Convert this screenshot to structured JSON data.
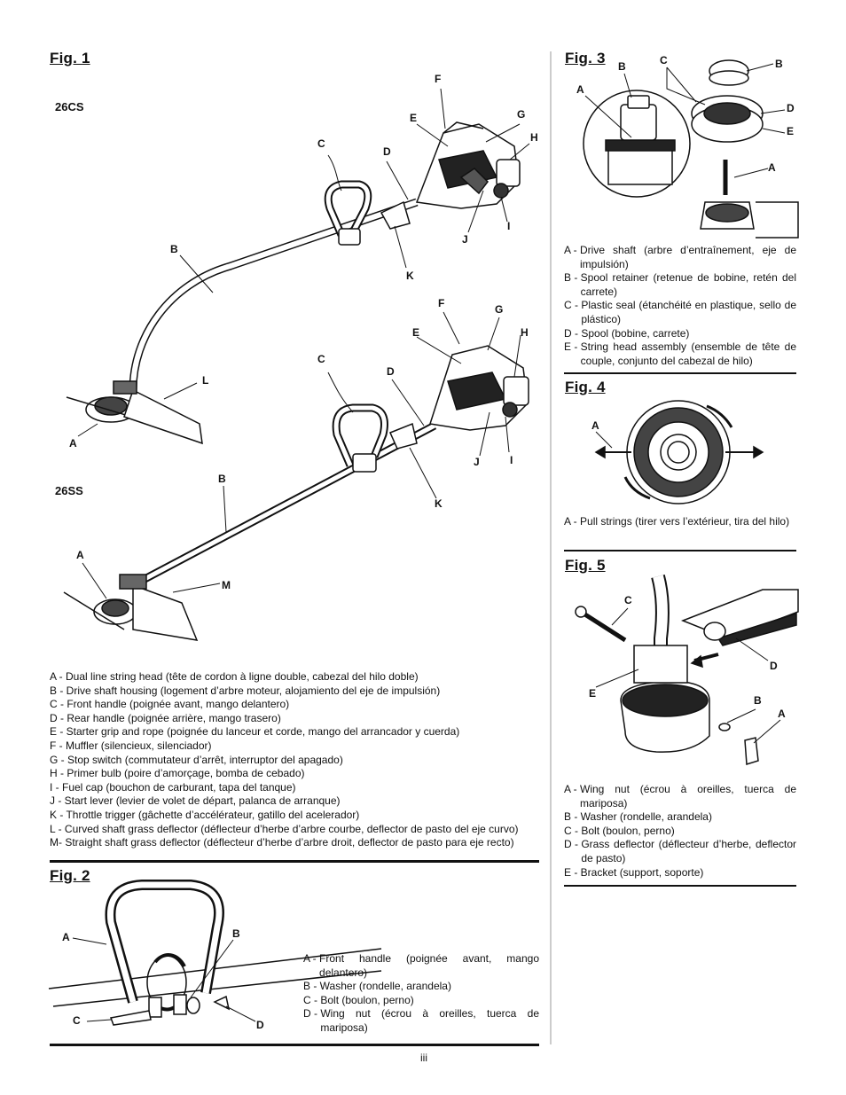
{
  "fig1": {
    "title": "Fig. 1",
    "model_top": "26CS",
    "model_bottom": "26SS",
    "callouts_top": [
      "F",
      "E",
      "G",
      "H",
      "C",
      "D",
      "J",
      "I",
      "B",
      "K",
      "L",
      "A"
    ],
    "callouts_bottom": [
      "F",
      "G",
      "E",
      "H",
      "C",
      "D",
      "J",
      "I",
      "B",
      "K",
      "A",
      "M"
    ],
    "legend": [
      {
        "key": "A - ",
        "text": "Dual line string head (tête de cordon à ligne double, cabezal del hilo doble)"
      },
      {
        "key": "B - ",
        "text": "Drive shaft housing (logement d’arbre moteur, alojamiento del eje de impulsión)"
      },
      {
        "key": "C - ",
        "text": "Front handle (poignée avant, mango delantero)"
      },
      {
        "key": "D - ",
        "text": "Rear handle (poignée arrière, mango trasero)"
      },
      {
        "key": "E - ",
        "text": "Starter grip and rope (poignée du lanceur et corde, mango del arrancador y cuerda)"
      },
      {
        "key": "F - ",
        "text": "Muffler (silencieux, silenciador)"
      },
      {
        "key": "G - ",
        "text": "Stop switch (commutateur d’arrêt, interruptor del apagado)"
      },
      {
        "key": "H - ",
        "text": "Primer bulb (poire d’amorçage, bomba de cebado)"
      },
      {
        "key": "I  - ",
        "text": "Fuel cap (bouchon de carburant, tapa del tanque)"
      },
      {
        "key": "J  - ",
        "text": "Start lever (levier de volet de départ, palanca de arranque)"
      },
      {
        "key": "K - ",
        "text": "Throttle trigger (gâchette d’accélérateur, gatillo del acelerador)"
      },
      {
        "key": "L - ",
        "text": "Curved shaft grass deflector (déflecteur d’herbe d’arbre courbe, deflector de pasto del eje curvo)"
      },
      {
        "key": "M- ",
        "text": "Straight shaft grass deflector (déflecteur d’herbe d’arbre droit, deflector de pasto para eje recto)"
      }
    ]
  },
  "fig2": {
    "title": "Fig. 2",
    "callouts": [
      "A",
      "B",
      "C",
      "D"
    ],
    "legend": [
      {
        "key": "A - ",
        "text": "Front handle (poignée avant, mango delantero)"
      },
      {
        "key": "B - ",
        "text": "Washer (rondelle, arandela)"
      },
      {
        "key": "C - ",
        "text": "Bolt (boulon, perno)"
      },
      {
        "key": "D - ",
        "text": "Wing nut (écrou à oreilles, tuerca de mariposa)"
      }
    ]
  },
  "fig3": {
    "title": "Fig. 3",
    "callouts": [
      "B",
      "C",
      "B",
      "A",
      "D",
      "E",
      "A"
    ],
    "legend": [
      {
        "key": "A - ",
        "text": "Drive shaft (arbre d’entraînement, eje de impulsión)"
      },
      {
        "key": "B - ",
        "text": "Spool retainer (retenue de bobine, retén del carrete)"
      },
      {
        "key": "C - ",
        "text": "Plastic seal (étanchéité en plastique, sello de plástico)"
      },
      {
        "key": "D - ",
        "text": "Spool (bobine, carrete)"
      },
      {
        "key": "E - ",
        "text": "String head assembly (ensemble de tête de couple, conjunto del cabezal de hilo)"
      }
    ]
  },
  "fig4": {
    "title": "Fig. 4",
    "callouts": [
      "A"
    ],
    "legend": [
      {
        "key": "A - ",
        "text": "Pull strings (tirer vers l’extérieur, tira del hilo)"
      }
    ]
  },
  "fig5": {
    "title": "Fig. 5",
    "callouts": [
      "C",
      "D",
      "E",
      "B",
      "A"
    ],
    "legend": [
      {
        "key": "A - ",
        "text": "Wing nut (écrou à oreilles, tuerca de mariposa)"
      },
      {
        "key": "B - ",
        "text": "Washer (rondelle, arandela)"
      },
      {
        "key": "C - ",
        "text": "Bolt (boulon, perno)"
      },
      {
        "key": "D - ",
        "text": "Grass deflector (déflecteur d’herbe, deflector de pasto)"
      },
      {
        "key": "E - ",
        "text": "Bracket (support, soporte)"
      }
    ]
  },
  "page_number": "iii"
}
